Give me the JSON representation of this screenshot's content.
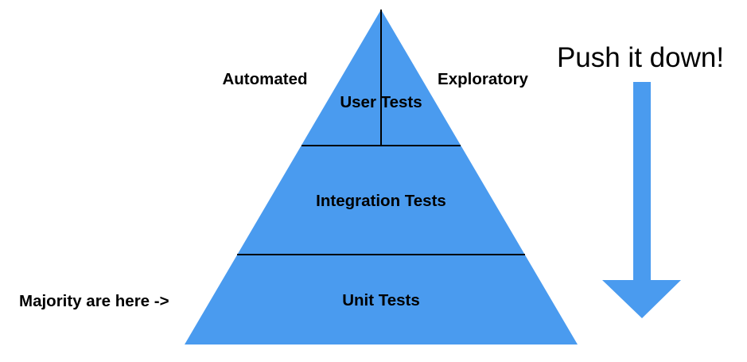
{
  "pyramid": {
    "top_tier": {
      "label": "User Tests",
      "left_label": "Automated",
      "right_label": "Exploratory"
    },
    "middle_tier": {
      "label": "Integration Tests"
    },
    "bottom_tier": {
      "label": "Unit Tests",
      "side_label": "Majority are here ->"
    }
  },
  "arrow": {
    "label": "Push it down!"
  },
  "colors": {
    "fill": "#4a9bef",
    "line": "#000000"
  }
}
